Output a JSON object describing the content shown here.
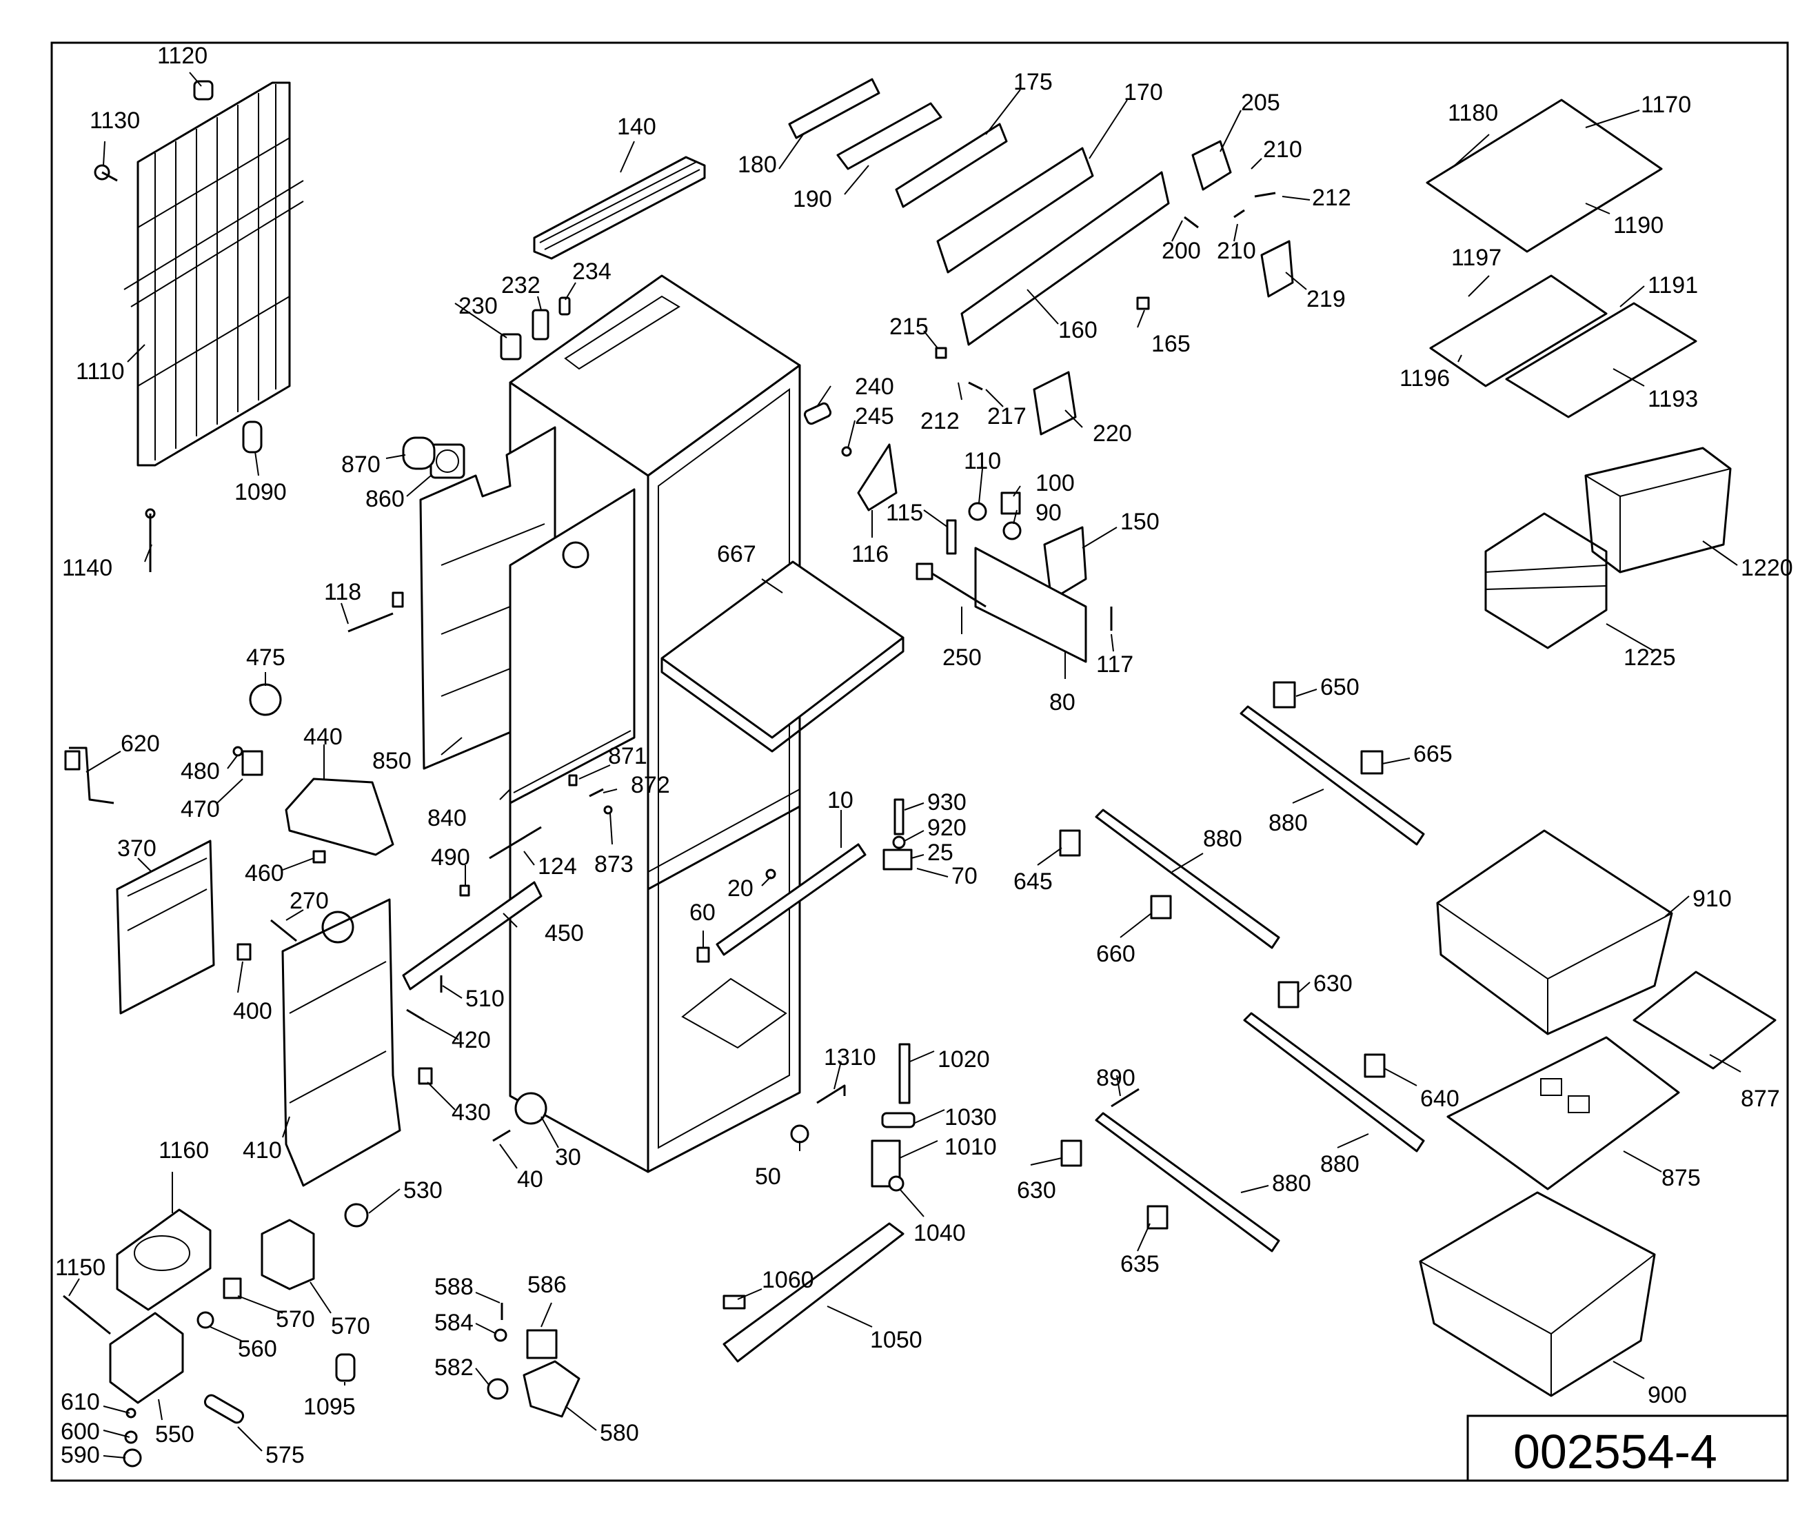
{
  "document_number": "002554-4",
  "callouts": {
    "c10": "10",
    "c20": "20",
    "c25": "25",
    "c30": "30",
    "c40": "40",
    "c50": "50",
    "c60": "60",
    "c70": "70",
    "c80": "80",
    "c90": "90",
    "c100": "100",
    "c110": "110",
    "c115": "115",
    "c116": "116",
    "c117": "117",
    "c118": "118",
    "c124": "124",
    "c140": "140",
    "c150": "150",
    "c160": "160",
    "c165": "165",
    "c170": "170",
    "c175": "175",
    "c180": "180",
    "c190": "190",
    "c200": "200",
    "c205": "205",
    "c210a": "210",
    "c210b": "210",
    "c212a": "212",
    "c212b": "212",
    "c215": "215",
    "c217": "217",
    "c219": "219",
    "c220": "220",
    "c230": "230",
    "c232": "232",
    "c234": "234",
    "c240": "240",
    "c245": "245",
    "c250": "250",
    "c270": "270",
    "c370": "370",
    "c400": "400",
    "c410": "410",
    "c420": "420",
    "c430": "430",
    "c440": "440",
    "c450": "450",
    "c460": "460",
    "c470": "470",
    "c475": "475",
    "c480": "480",
    "c490": "490",
    "c510": "510",
    "c530": "530",
    "c550": "550",
    "c560": "560",
    "c570a": "570",
    "c570b": "570",
    "c575": "575",
    "c580": "580",
    "c582": "582",
    "c584": "584",
    "c586": "586",
    "c588": "588",
    "c590": "590",
    "c600": "600",
    "c610": "610",
    "c620": "620",
    "c630a": "630",
    "c630b": "630",
    "c635": "635",
    "c640": "640",
    "c645": "645",
    "c650": "650",
    "c660": "660",
    "c665": "665",
    "c667": "667",
    "c840": "840",
    "c850": "850",
    "c860": "860",
    "c870": "870",
    "c871": "871",
    "c872": "872",
    "c873": "873",
    "c875": "875",
    "c877": "877",
    "c880a": "880",
    "c880b": "880",
    "c880c": "880",
    "c880d": "880",
    "c890": "890",
    "c900": "900",
    "c910": "910",
    "c920": "920",
    "c930": "930",
    "c1010": "1010",
    "c1020": "1020",
    "c1030": "1030",
    "c1040": "1040",
    "c1050": "1050",
    "c1060": "1060",
    "c1090": "1090",
    "c1095": "1095",
    "c1110": "1110",
    "c1120": "1120",
    "c1130": "1130",
    "c1140": "1140",
    "c1150": "1150",
    "c1160": "1160",
    "c1170": "1170",
    "c1180": "1180",
    "c1190": "1190",
    "c1191": "1191",
    "c1193": "1193",
    "c1196": "1196",
    "c1197": "1197",
    "c1220": "1220",
    "c1225": "1225",
    "c1310": "1310"
  }
}
